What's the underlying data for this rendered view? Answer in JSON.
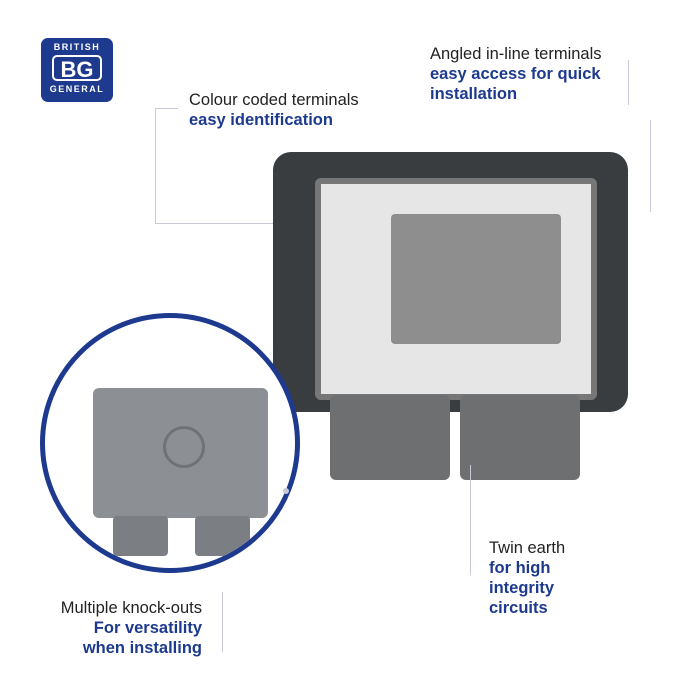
{
  "logo": {
    "top": "BRITISH",
    "mid": "BG",
    "bottom": "GENERAL"
  },
  "callouts": [
    {
      "title": "Colour coded terminals",
      "lines": [
        "easy identification"
      ]
    },
    {
      "title": "Angled in-line terminals",
      "lines": [
        "easy access for quick",
        "installation"
      ]
    },
    {
      "title": "Twin earth",
      "lines": [
        "for high",
        "integrity",
        "circuits"
      ]
    },
    {
      "title": "Multiple knock-outs",
      "lines": [
        "For versatility",
        "when installing"
      ]
    }
  ],
  "colors": {
    "accent": "#1d3a8f"
  }
}
